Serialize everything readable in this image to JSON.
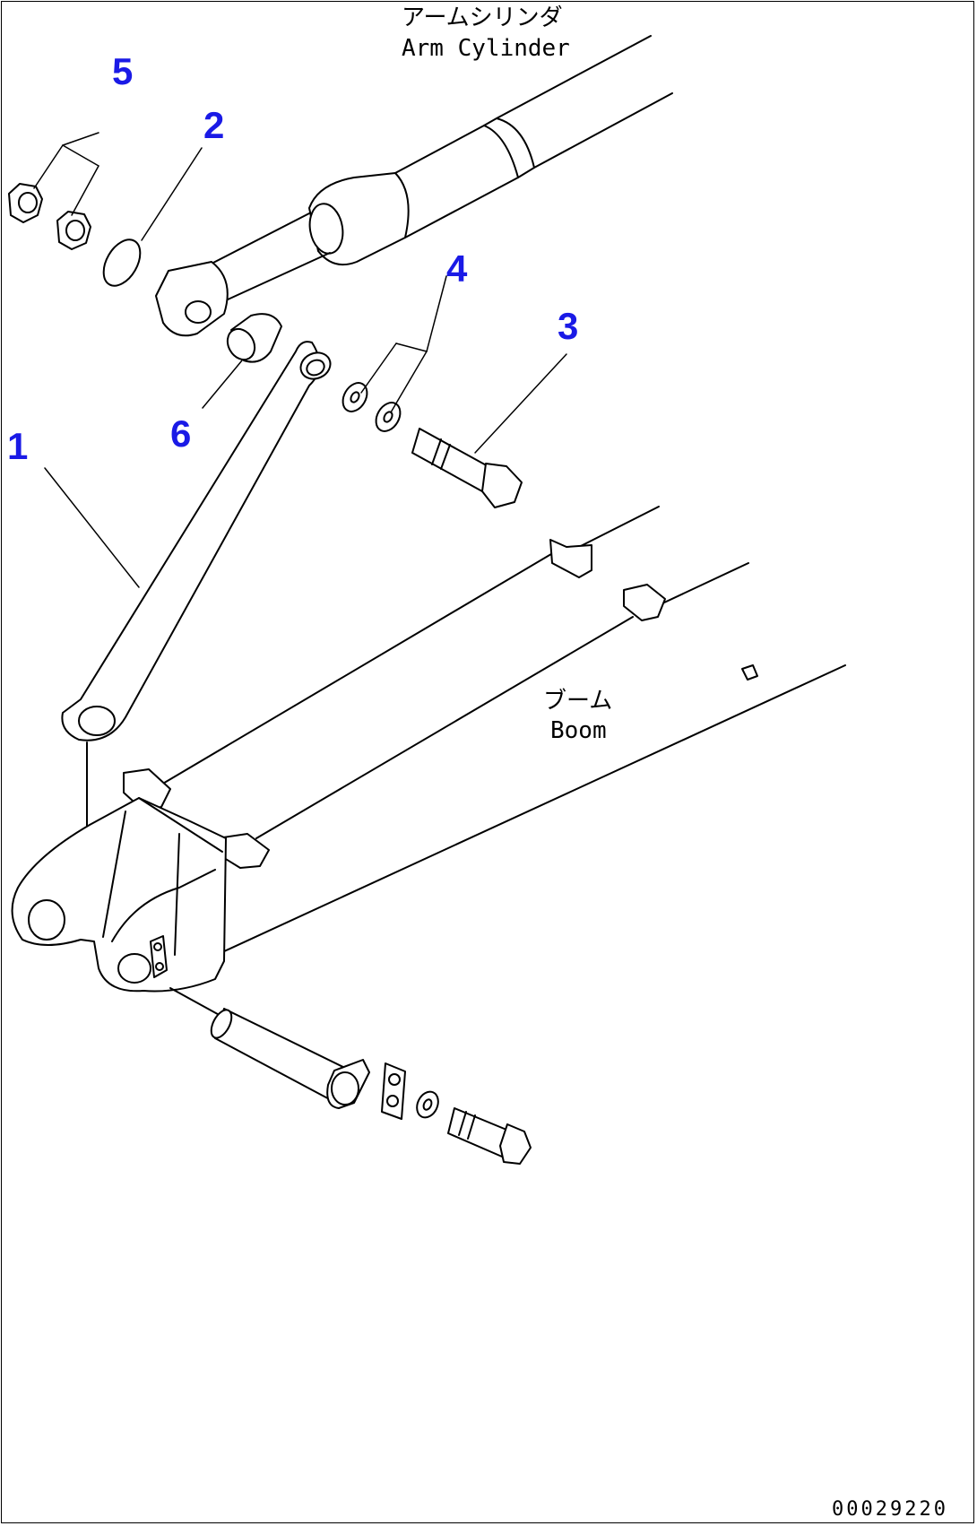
{
  "diagram": {
    "callouts": {
      "c1": "1",
      "c2": "2",
      "c3": "3",
      "c4": "4",
      "c5": "5",
      "c6": "6"
    },
    "arm_cylinder": {
      "label_jp": "アームシリンダ",
      "label_en": "Arm Cylinder"
    },
    "boom": {
      "label_jp": "ブーム",
      "label_en": "Boom"
    },
    "figure_code": "00029220",
    "colors": {
      "callout": "#1a1ae6",
      "line": "#000000",
      "background": "#ffffff"
    }
  }
}
